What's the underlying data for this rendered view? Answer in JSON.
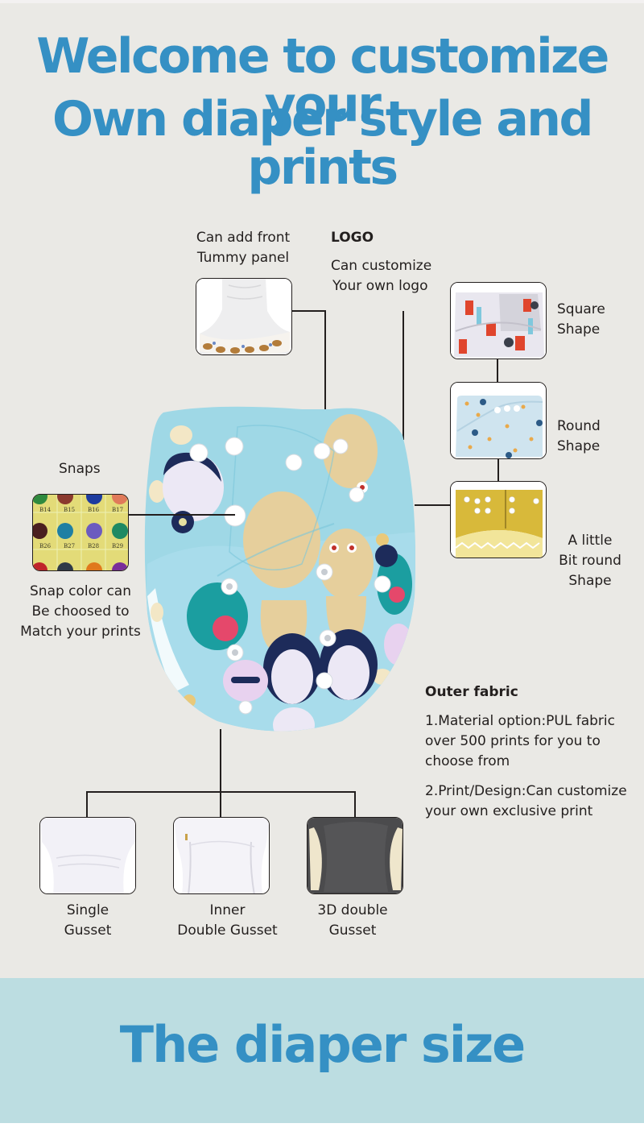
{
  "header": {
    "line1": "Welcome to customize your",
    "line2": "Own diaper style and prints"
  },
  "features": {
    "tummy_panel": {
      "line1": "Can add front",
      "line2": "Tummy panel"
    },
    "logo": {
      "title": "LOGO",
      "line1": "Can customize",
      "line2": "Your own logo"
    },
    "snaps": {
      "title": "Snaps",
      "line1": "Snap color can",
      "line2": "Be choosed to",
      "line3": "Match your prints",
      "codes": [
        "B14",
        "B15",
        "B16",
        "B17",
        "B26",
        "B27",
        "B28",
        "B29"
      ]
    },
    "shapes": [
      {
        "line1": "Square",
        "line2": "Shape"
      },
      {
        "line1": "Round",
        "line2": "Shape"
      },
      {
        "line1": "A little",
        "line2": "Bit round",
        "line3": "Shape"
      }
    ],
    "outer_fabric": {
      "title": "Outer fabric",
      "item1_line1": "1.Material option:PUL fabric",
      "item1_line2": "over 500 prints for you to",
      "item1_line3": "choose from",
      "item2_line1": "2.Print/Design:Can customize",
      "item2_line2": "your own exclusive print"
    },
    "gussets": [
      {
        "line1": "Single",
        "line2": "Gusset"
      },
      {
        "line1": "Inner",
        "line2": "Double Gusset"
      },
      {
        "line1": "3D double",
        "line2": "Gusset"
      }
    ]
  },
  "size_section": {
    "title": "The diaper size"
  },
  "colors": {
    "accent_blue": "#3590c4",
    "panel_bg": "#eae9e5",
    "size_band_bg": "#bcdde1",
    "text": "#231f1e",
    "diaper_print_bg": "#9fd8e6"
  }
}
